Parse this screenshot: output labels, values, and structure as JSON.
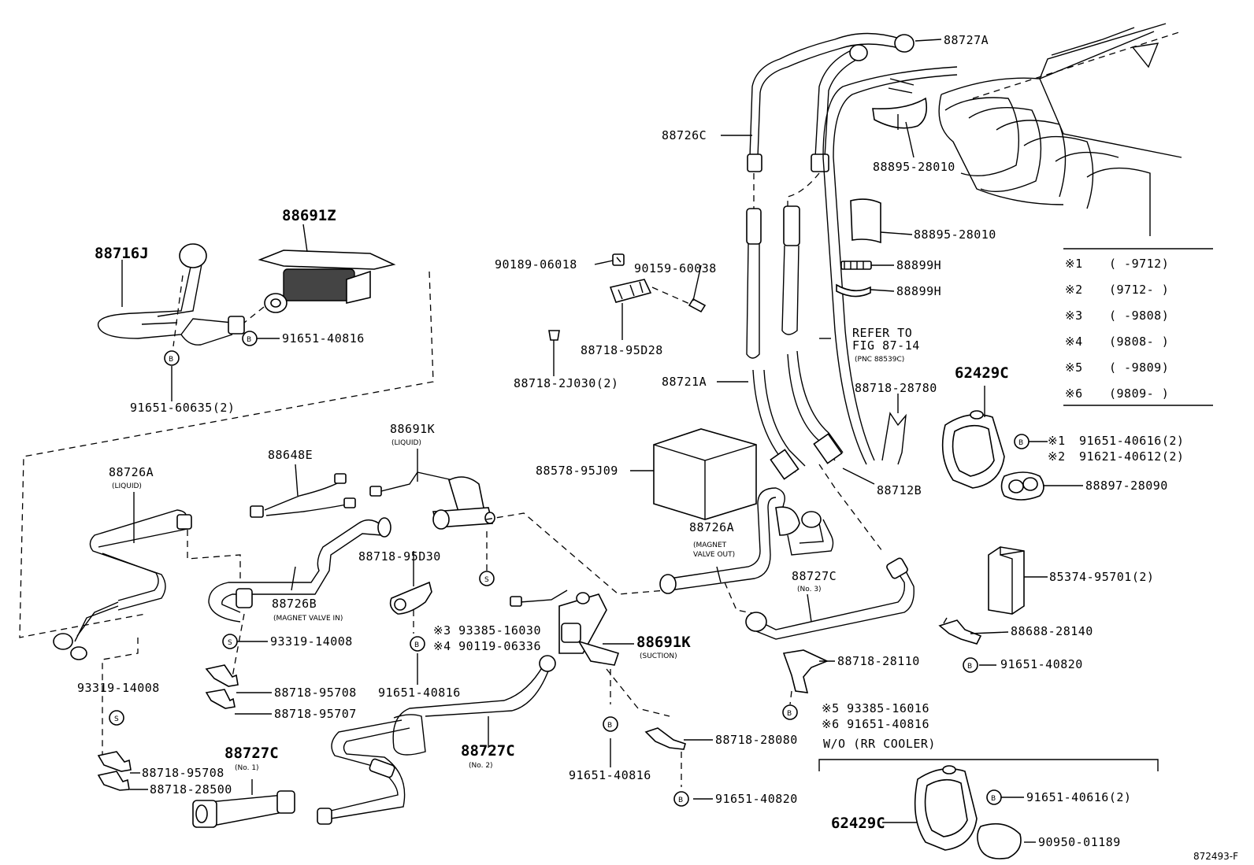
{
  "labels": {
    "p88727A_top": "88727A",
    "p88726C": "88726C",
    "p88895_1": "88895-28010",
    "p88895_2": "88895-28010",
    "p88899H_1": "88899H",
    "p88899H_2": "88899H",
    "p88691Z": "88691Z",
    "p88716J": "88716J",
    "p91651_40816_a": "91651-40816",
    "p91651_60635": "91651-60635(2)",
    "p90189": "90189-06018",
    "p90159": "90159-60038",
    "p88718_95D28": "88718-95D28",
    "p88718_2J030": "88718-2J030(2)",
    "p88721A": "88721A",
    "refer_1": "REFER TO",
    "refer_2": "FIG 87-14",
    "refer_3": "(PNC 88539C)",
    "p88718_28780": "88718-28780",
    "p62429C_a": "62429C",
    "p91651_40616_a": "91651-40616(2)",
    "p91621_40612": "91621-40612(2)",
    "p88897": "88897-28090",
    "p88712B": "88712B",
    "p88691K_liq": "88691K",
    "p88691K_liq_sub": "(LIQUID)",
    "p88648E": "88648E",
    "p88578": "88578-95J09",
    "p88726A_left": "88726A",
    "p88726A_left_sub": "(LIQUID)",
    "p88726A_mid": "88726A",
    "p88726A_mid_sub1": "(MAGNET",
    "p88726A_mid_sub2": "VALVE OUT)",
    "p88727C_no3": "88727C",
    "p88727C_no3_sub": "(No. 3)",
    "p85374": "85374-95701(2)",
    "p88688": "88688-28140",
    "p91651_40820_a": "91651-40820",
    "p88718_95D30": "88718-95D30",
    "p88726B": "88726B",
    "p88726B_sub": "(MAGNET VALVE IN)",
    "p93385_16030": "※3 93385-16030",
    "p90119": "※4 90119-06336",
    "p88691K_suc": "88691K",
    "p88691K_suc_sub": "(SUCTION)",
    "p93319_a": "93319-14008",
    "p88718_28110": "88718-28110",
    "p93385_16016": "※5 93385-16016",
    "p91651_40816_c": "※6 91651-40816",
    "p88718_95708_a": "88718-95708",
    "p88718_95707": "88718-95707",
    "p91651_40816_b": "91651-40816",
    "p93319_b": "93319-14008",
    "p88727C_no2": "88727C",
    "p88727C_no2_sub": "(No. 2)",
    "p91651_40816_d": "91651-40816",
    "p88718_28080": "88718-28080",
    "p88727C_no1": "88727C",
    "p88727C_no1_sub": "(No. 1)",
    "p88718_95708_b": "88718-95708",
    "p88718_28500": "88718-28500",
    "p91651_40820_b": "91651-40820",
    "wo_rr": "W/O (RR COOLER)",
    "p62429C_b": "62429C",
    "p91651_40616_b": "91651-40616(2)",
    "p90950": "90950-01189",
    "figure_id": "872493-F"
  },
  "legend": [
    {
      "mark": "※1",
      "range": "(      -9712)"
    },
    {
      "mark": "※2",
      "range": "(9712-      )"
    },
    {
      "mark": "※3",
      "range": "(      -9808)"
    },
    {
      "mark": "※4",
      "range": "(9808-      )"
    },
    {
      "mark": "※5",
      "range": "(      -9809)"
    },
    {
      "mark": "※6",
      "range": "(9809-      )"
    }
  ],
  "callout_letters": {
    "bolt": "B",
    "screw": "S"
  },
  "legend_marks": {
    "m1": "※1",
    "m2": "※2"
  }
}
